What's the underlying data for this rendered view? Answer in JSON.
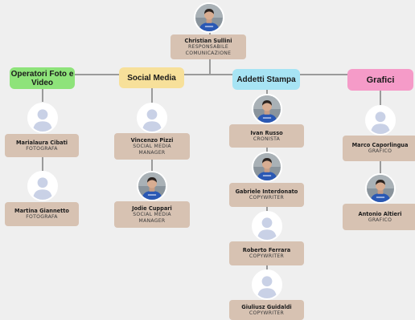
{
  "top": {
    "name": "Christian Sullini",
    "role": "RESPONSABILE COMUNICAZIONE"
  },
  "departments": [
    {
      "label": "Operatori Foto e Video",
      "color": "#8ee37a"
    },
    {
      "label": "Social Media",
      "color": "#f7e09a"
    },
    {
      "label": "Addetti Stampa",
      "color": "#a7e4f4"
    },
    {
      "label": "Grafici",
      "color": "#f59bc8"
    }
  ],
  "members": {
    "foto": [
      {
        "name": "Marialaura Cibati",
        "role": "FOTOGRAFA",
        "avatar": "placeholder-avatar-icon"
      },
      {
        "name": "Martina Giannetto",
        "role": "FOTOGRAFA",
        "avatar": "placeholder-avatar-icon"
      }
    ],
    "social": [
      {
        "name": "Vincenzo Pizzi",
        "role": "SOCIAL MEDIA MANAGER",
        "avatar": "placeholder-avatar-icon"
      },
      {
        "name": "Jodie Cuppari",
        "role": "SOCIAL MEDIA MANAGER",
        "avatar": "person-photo"
      }
    ],
    "stampa": [
      {
        "name": "Ivan Russo",
        "role": "CRONISTA",
        "avatar": "person-photo"
      },
      {
        "name": "Gabriele Interdonato",
        "role": "COPYWRITER",
        "avatar": "person-photo"
      },
      {
        "name": "Roberto Ferrara",
        "role": "COPYWRITER",
        "avatar": "placeholder-avatar-icon"
      },
      {
        "name": "Giuliusz Guidaldi",
        "role": "COPYWRITER",
        "avatar": "placeholder-avatar-icon"
      }
    ],
    "grafici": [
      {
        "name": "Marco Caporlingua",
        "role": "GRAFICO",
        "avatar": "placeholder-avatar-icon"
      },
      {
        "name": "Antonio Altieri",
        "role": "GRAFICO",
        "avatar": "person-photo"
      }
    ]
  },
  "colors": {
    "card": "#d7c2b2",
    "line": "#9a9a9a",
    "background": "#efefef",
    "placeholder": "#c9d1e6",
    "shirt": "#2a58b4"
  }
}
